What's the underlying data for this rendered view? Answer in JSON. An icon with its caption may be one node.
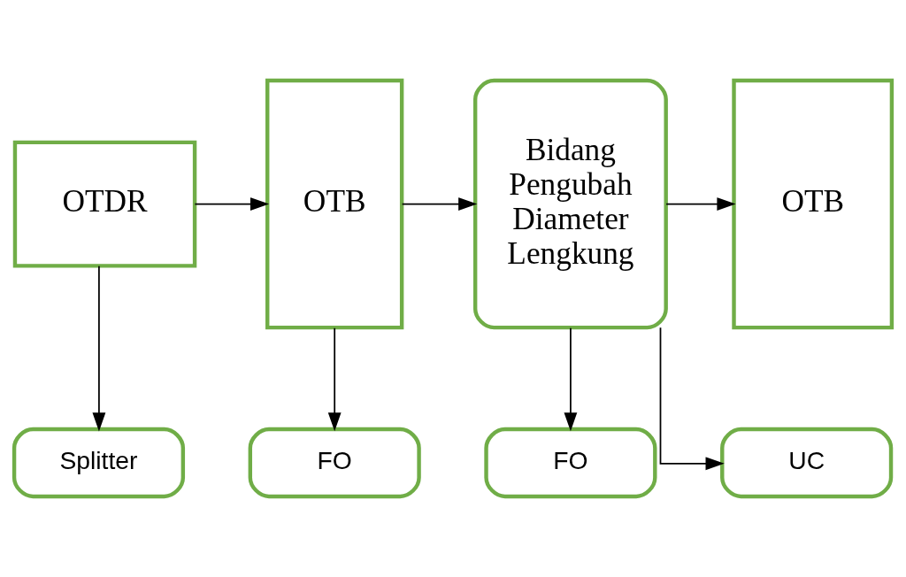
{
  "diagram": {
    "nodes": [
      {
        "text": [
          "OTDR"
        ]
      },
      {
        "text": [
          "OTB"
        ]
      },
      {
        "text": [
          "Bidang Pengubah Diameter Lengkung"
        ]
      },
      {
        "text": [
          "OTB"
        ]
      },
      {
        "text": [
          "Splitter"
        ]
      },
      {
        "text": [
          "FO"
        ]
      },
      {
        "text": [
          "FO"
        ]
      },
      {
        "text": [
          "UC"
        ]
      }
    ],
    "edges": [
      {
        "from": 0,
        "to": 1,
        "arrow": "to"
      },
      {
        "from": 0,
        "to": 4,
        "arrow": "to"
      },
      {
        "from": 1,
        "to": 2,
        "arrow": "to"
      },
      {
        "from": 1,
        "to": 5,
        "arrow": "to"
      },
      {
        "from": 2,
        "to": 3,
        "arrow": "to"
      },
      {
        "from": 2,
        "to": 6,
        "arrow": "to"
      },
      {
        "from": 2,
        "to": 7,
        "arrow": "to"
      }
    ]
  }
}
